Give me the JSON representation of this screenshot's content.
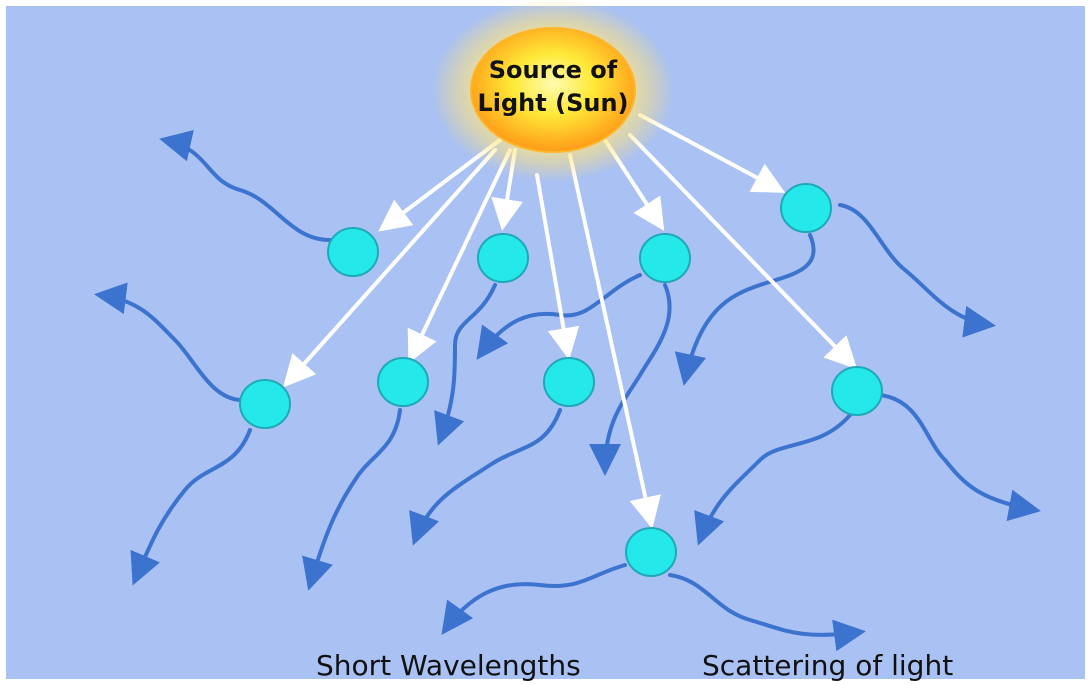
{
  "colors": {
    "background": "#a9c1f3",
    "page": "#ffffff",
    "ray": "#ffffff",
    "wave": "#3c73cf",
    "particle_fill": "#25e8ea",
    "particle_stroke": "#1fa9b8",
    "sun_core": "#fff04a",
    "sun_edge": "#ffa41a",
    "text": "#111111"
  },
  "sun": {
    "line1": "Source of",
    "line2": "Light (Sun)"
  },
  "labels": {
    "left": "Short Wavelengths",
    "right": "Scattering of light"
  }
}
